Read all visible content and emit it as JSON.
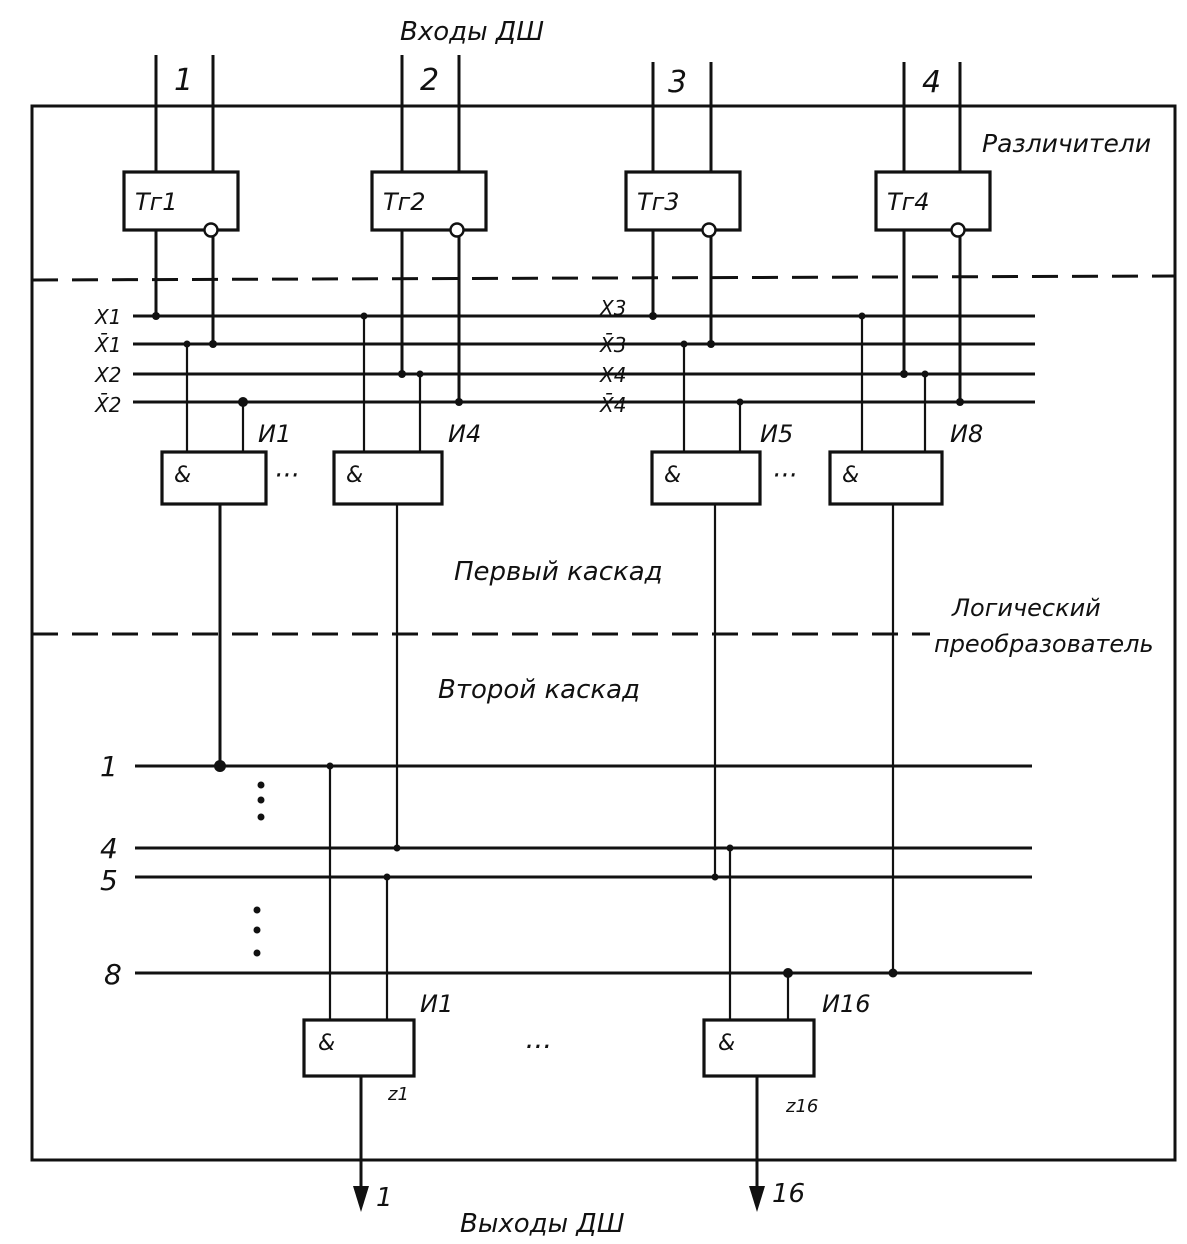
{
  "title_inputs": "Входы ДШ",
  "title_outputs": "Выходы ДШ",
  "section_distinguishers": "Различители",
  "section_first_stage": "Первый каскад",
  "section_second_stage": "Второй каскад",
  "section_converter_line1": "Логический",
  "section_converter_line2": "преобразователь",
  "inputs": [
    "1",
    "2",
    "3",
    "4"
  ],
  "triggers": [
    "Tг1",
    "Tг2",
    "Tг3",
    "Tг4"
  ],
  "bus_labels_left": [
    "X1",
    "X̄1",
    "X2",
    "X̄2"
  ],
  "bus_labels_right": [
    "X3",
    "X̄3",
    "X4",
    "X̄4"
  ],
  "and_symbol": "&",
  "first_stage_gates": [
    "И1",
    "И4",
    "И5",
    "И8"
  ],
  "second_stage_line_labels": [
    "1",
    "4",
    "5",
    "8"
  ],
  "second_stage_gates": [
    "И1",
    "И16"
  ],
  "gate_outputs": [
    "z1",
    "z16"
  ],
  "outputs": [
    "1",
    "16"
  ],
  "ellipsis": "···"
}
